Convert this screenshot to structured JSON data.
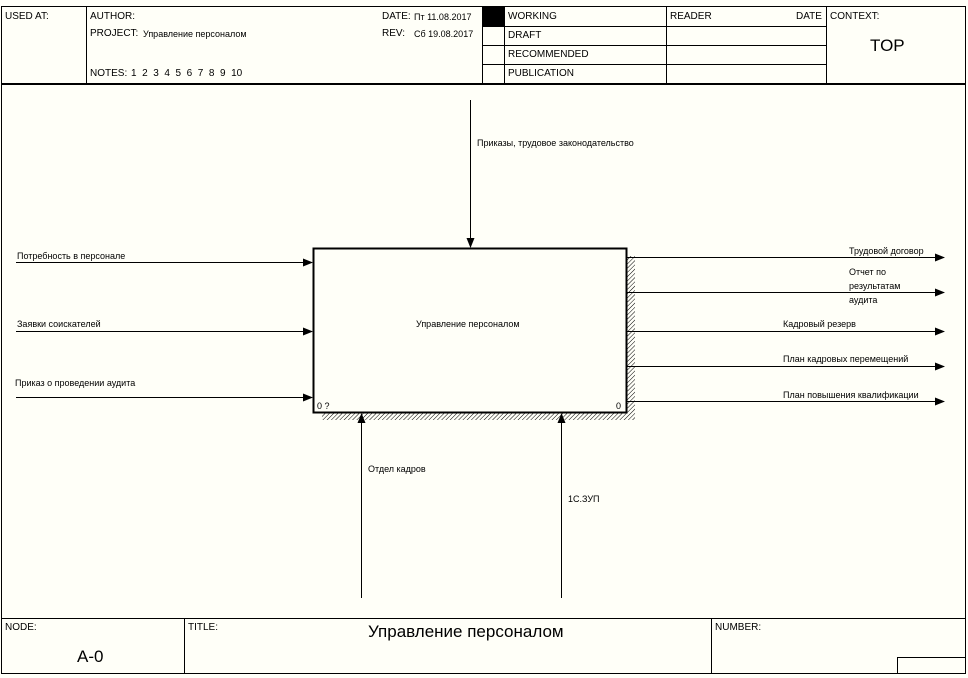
{
  "header": {
    "used_at_label": "USED AT:",
    "author_label": "AUTHOR:",
    "author_value": "",
    "project_label": "PROJECT:",
    "project_value": "Управление персоналом",
    "notes_label": "NOTES:",
    "notes_values": "1  2  3  4  5  6  7  8  9  10",
    "date_label": "DATE:",
    "date_value": "Пт 11.08.2017",
    "rev_label": "REV:",
    "rev_value": "Сб 19.08.2017",
    "status": [
      "WORKING",
      "DRAFT",
      "RECOMMENDED",
      "PUBLICATION"
    ],
    "reader_label": "READER",
    "reader_date_label": "DATE",
    "context_label": "CONTEXT:",
    "context_value": "TOP"
  },
  "diagram": {
    "activity": {
      "name": "Управление персоналом",
      "number": "0",
      "cost": "0 ?"
    },
    "control": "Приказы, трудовое законодательство",
    "inputs": [
      "Потребность в персонале",
      "Заявки соискателей",
      "Приказ о проведении аудита"
    ],
    "outputs": [
      "Трудовой договор",
      "Отчет по результатам аудита",
      "Кадровый резерв",
      "План кадровых перемещений",
      "План повышения квалификации"
    ],
    "mechanisms": [
      "Отдел кадров",
      "1С.ЗУП"
    ]
  },
  "footer": {
    "node_label": "NODE:",
    "node_value": "A-0",
    "title_label": "TITLE:",
    "title_value": "Управление персоналом",
    "number_label": "NUMBER:"
  }
}
